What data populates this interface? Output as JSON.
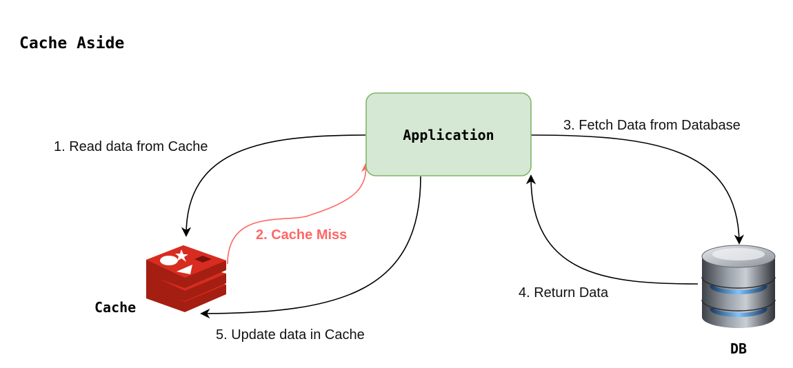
{
  "diagram": {
    "title": "Cache Aside",
    "nodes": {
      "application": {
        "label": "Application",
        "fill": "#d5e8d4",
        "stroke": "#82b366"
      },
      "cache": {
        "label": "Cache",
        "icon": "redis-icon",
        "color": "#d82c20"
      },
      "db": {
        "label": "DB",
        "icon": "database-icon"
      }
    },
    "edges": [
      {
        "id": "read",
        "label": "1. Read data from Cache",
        "color": "#000000"
      },
      {
        "id": "miss",
        "label": "2. Cache Miss",
        "color": "#ff6666"
      },
      {
        "id": "fetch",
        "label": "3. Fetch Data from Database",
        "color": "#000000"
      },
      {
        "id": "return",
        "label": "4. Return Data",
        "color": "#000000"
      },
      {
        "id": "update",
        "label": "5. Update data in Cache",
        "color": "#000000"
      }
    ]
  }
}
